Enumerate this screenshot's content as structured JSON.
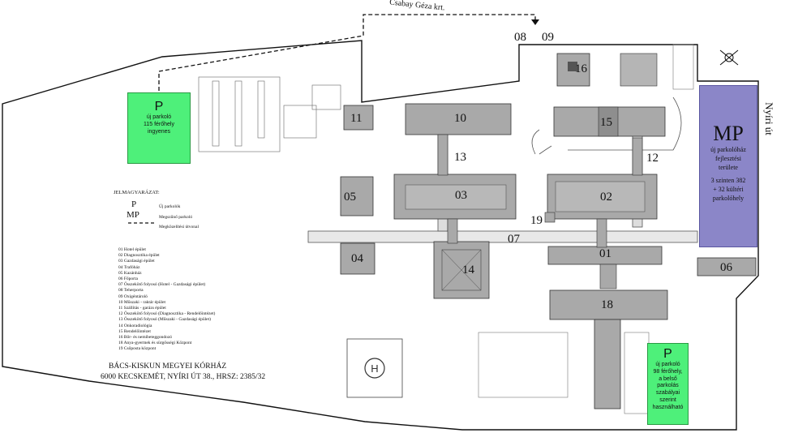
{
  "roads": {
    "csabay": "Csabay Géza krt.",
    "nyiri": "Nyíri út"
  },
  "parking_left": {
    "p": "P",
    "line1": "új parkoló",
    "line2": "115 férőhely",
    "line3": "ingyenes"
  },
  "parking_right": {
    "p": "P",
    "line1": "új parkoló",
    "line2": "98 férőhely,",
    "line3": "a belső parkolás",
    "line4": "szabályai szerint",
    "line5": "használható"
  },
  "parking_garage": {
    "title": "MP",
    "line1": "új parkolóház",
    "line2": "fejlesztési",
    "line3": "területe",
    "line4": "3 szinten 382",
    "line5": "+ 32 kültéri",
    "line6": "parkolóhely"
  },
  "legend": {
    "title": "JELMAGYARÁZAT:",
    "p_symbol": "P",
    "mp_symbol": "MP",
    "p_label": "Új parkolók",
    "mp_label": "Megszűnő parkoló",
    "route_label": "Megközelítési útvonal"
  },
  "building_list": [
    "01 Hotel épület",
    "02 Diagnosztika épület",
    "03 Gazdasági épület",
    "04 Trafóház",
    "05 Kazánház",
    "06 Főporta",
    "07 Összekötő folyosó (Hotel - Gazdasági épület)",
    "08 Teherporta",
    "09 Oxigéntároló",
    "10 Műszaki - raktár épület",
    "11 Szállítás - garázs épület",
    "12 Összekötő folyosó (Diagnosztika - Rendelőintézet)",
    "13 Összekötő folyosó (Műszaki - Gazdasági épület)",
    "14 Onkoradiológia",
    "15 Rendelőintézet",
    "16 Bőr- és nemibeteggondozó",
    "18 Anya-gyermek és sürgősségi Központ",
    "19 Csőposta központ"
  ],
  "hospital": {
    "name": "BÁCS-KISKUN MEGYEI KÓRHÁZ",
    "address": "6000 KECSKEMÉT, NYÍRI ÚT 38., HRSZ: 2385/32"
  },
  "building_labels": {
    "b01": "01",
    "b02": "02",
    "b03": "03",
    "b04": "04",
    "b05": "05",
    "b06": "06",
    "b07": "07",
    "b08": "08",
    "b09": "09",
    "b10": "10",
    "b11": "11",
    "b12": "12",
    "b13": "13",
    "b14": "14",
    "b15": "15",
    "b16": "16",
    "b18": "18",
    "b19": "19"
  },
  "colors": {
    "parking_green": "#4ef07a",
    "garage_purple": "#8b86c8",
    "building_grey": "#a9a9a9"
  }
}
